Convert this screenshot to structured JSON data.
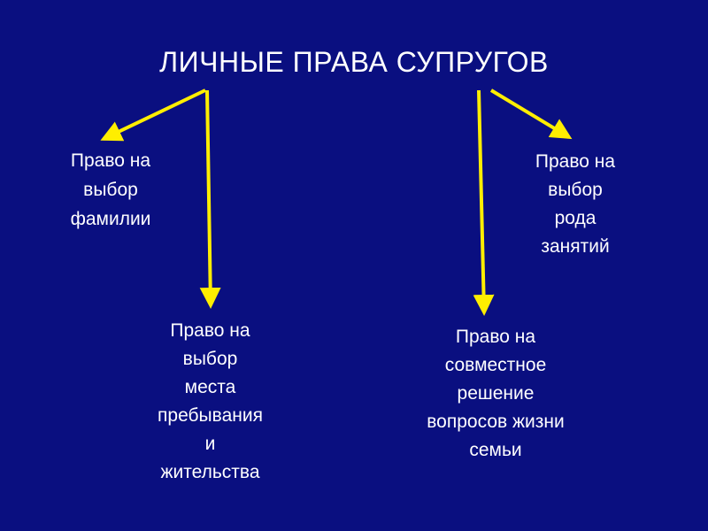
{
  "title": "ЛИЧНЫЕ ПРАВА СУПРУГОВ",
  "nodes": [
    {
      "text": "Право на\nвыбор\nфамилии"
    },
    {
      "text": "Право на\nвыбор\nместа\nпребывания\nи\nжительства"
    },
    {
      "text": "Право на\nсовместное\nрешение\nвопросов жизни\nсемьи"
    },
    {
      "text": "Право на\nвыбор\nрода\nзанятий"
    }
  ],
  "colors": {
    "background": "#0a0f80",
    "text": "#ffffff",
    "arrow": "#ffee00"
  }
}
